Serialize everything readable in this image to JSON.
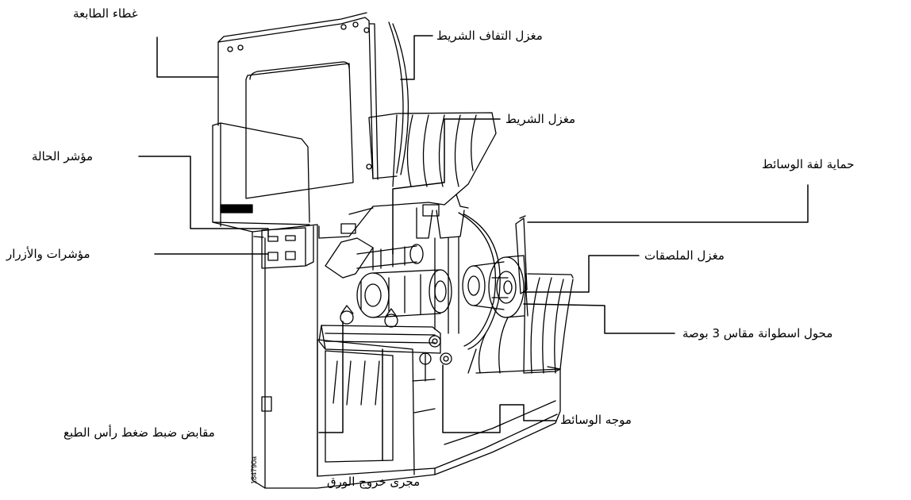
{
  "figure_code": "184790a",
  "labels": {
    "printer_cover": "غطاء الطابعة",
    "ribbon_take_up_spindle": "مغزل التفاف الشريط",
    "ribbon_supply_spindle": "مغزل الشريط",
    "status_indicator": "مؤشر الحالة",
    "media_roll_guard": "حماية لفة الوسائط",
    "indicators_and_buttons": "مؤشرات والأزرار",
    "media_spindle": "مغزل الملصقات",
    "core_adapter_3in": "محول اسطوانة مقاس 3 بوصة",
    "media_guide": "موجه الوسائط",
    "printhead_pressure_knobs": "مقابض ضبط ضغط رأس الطبع",
    "media_exit_path": "مجرى خروج الورق"
  },
  "colors": {
    "ink": "#000000",
    "background": "#ffffff"
  }
}
